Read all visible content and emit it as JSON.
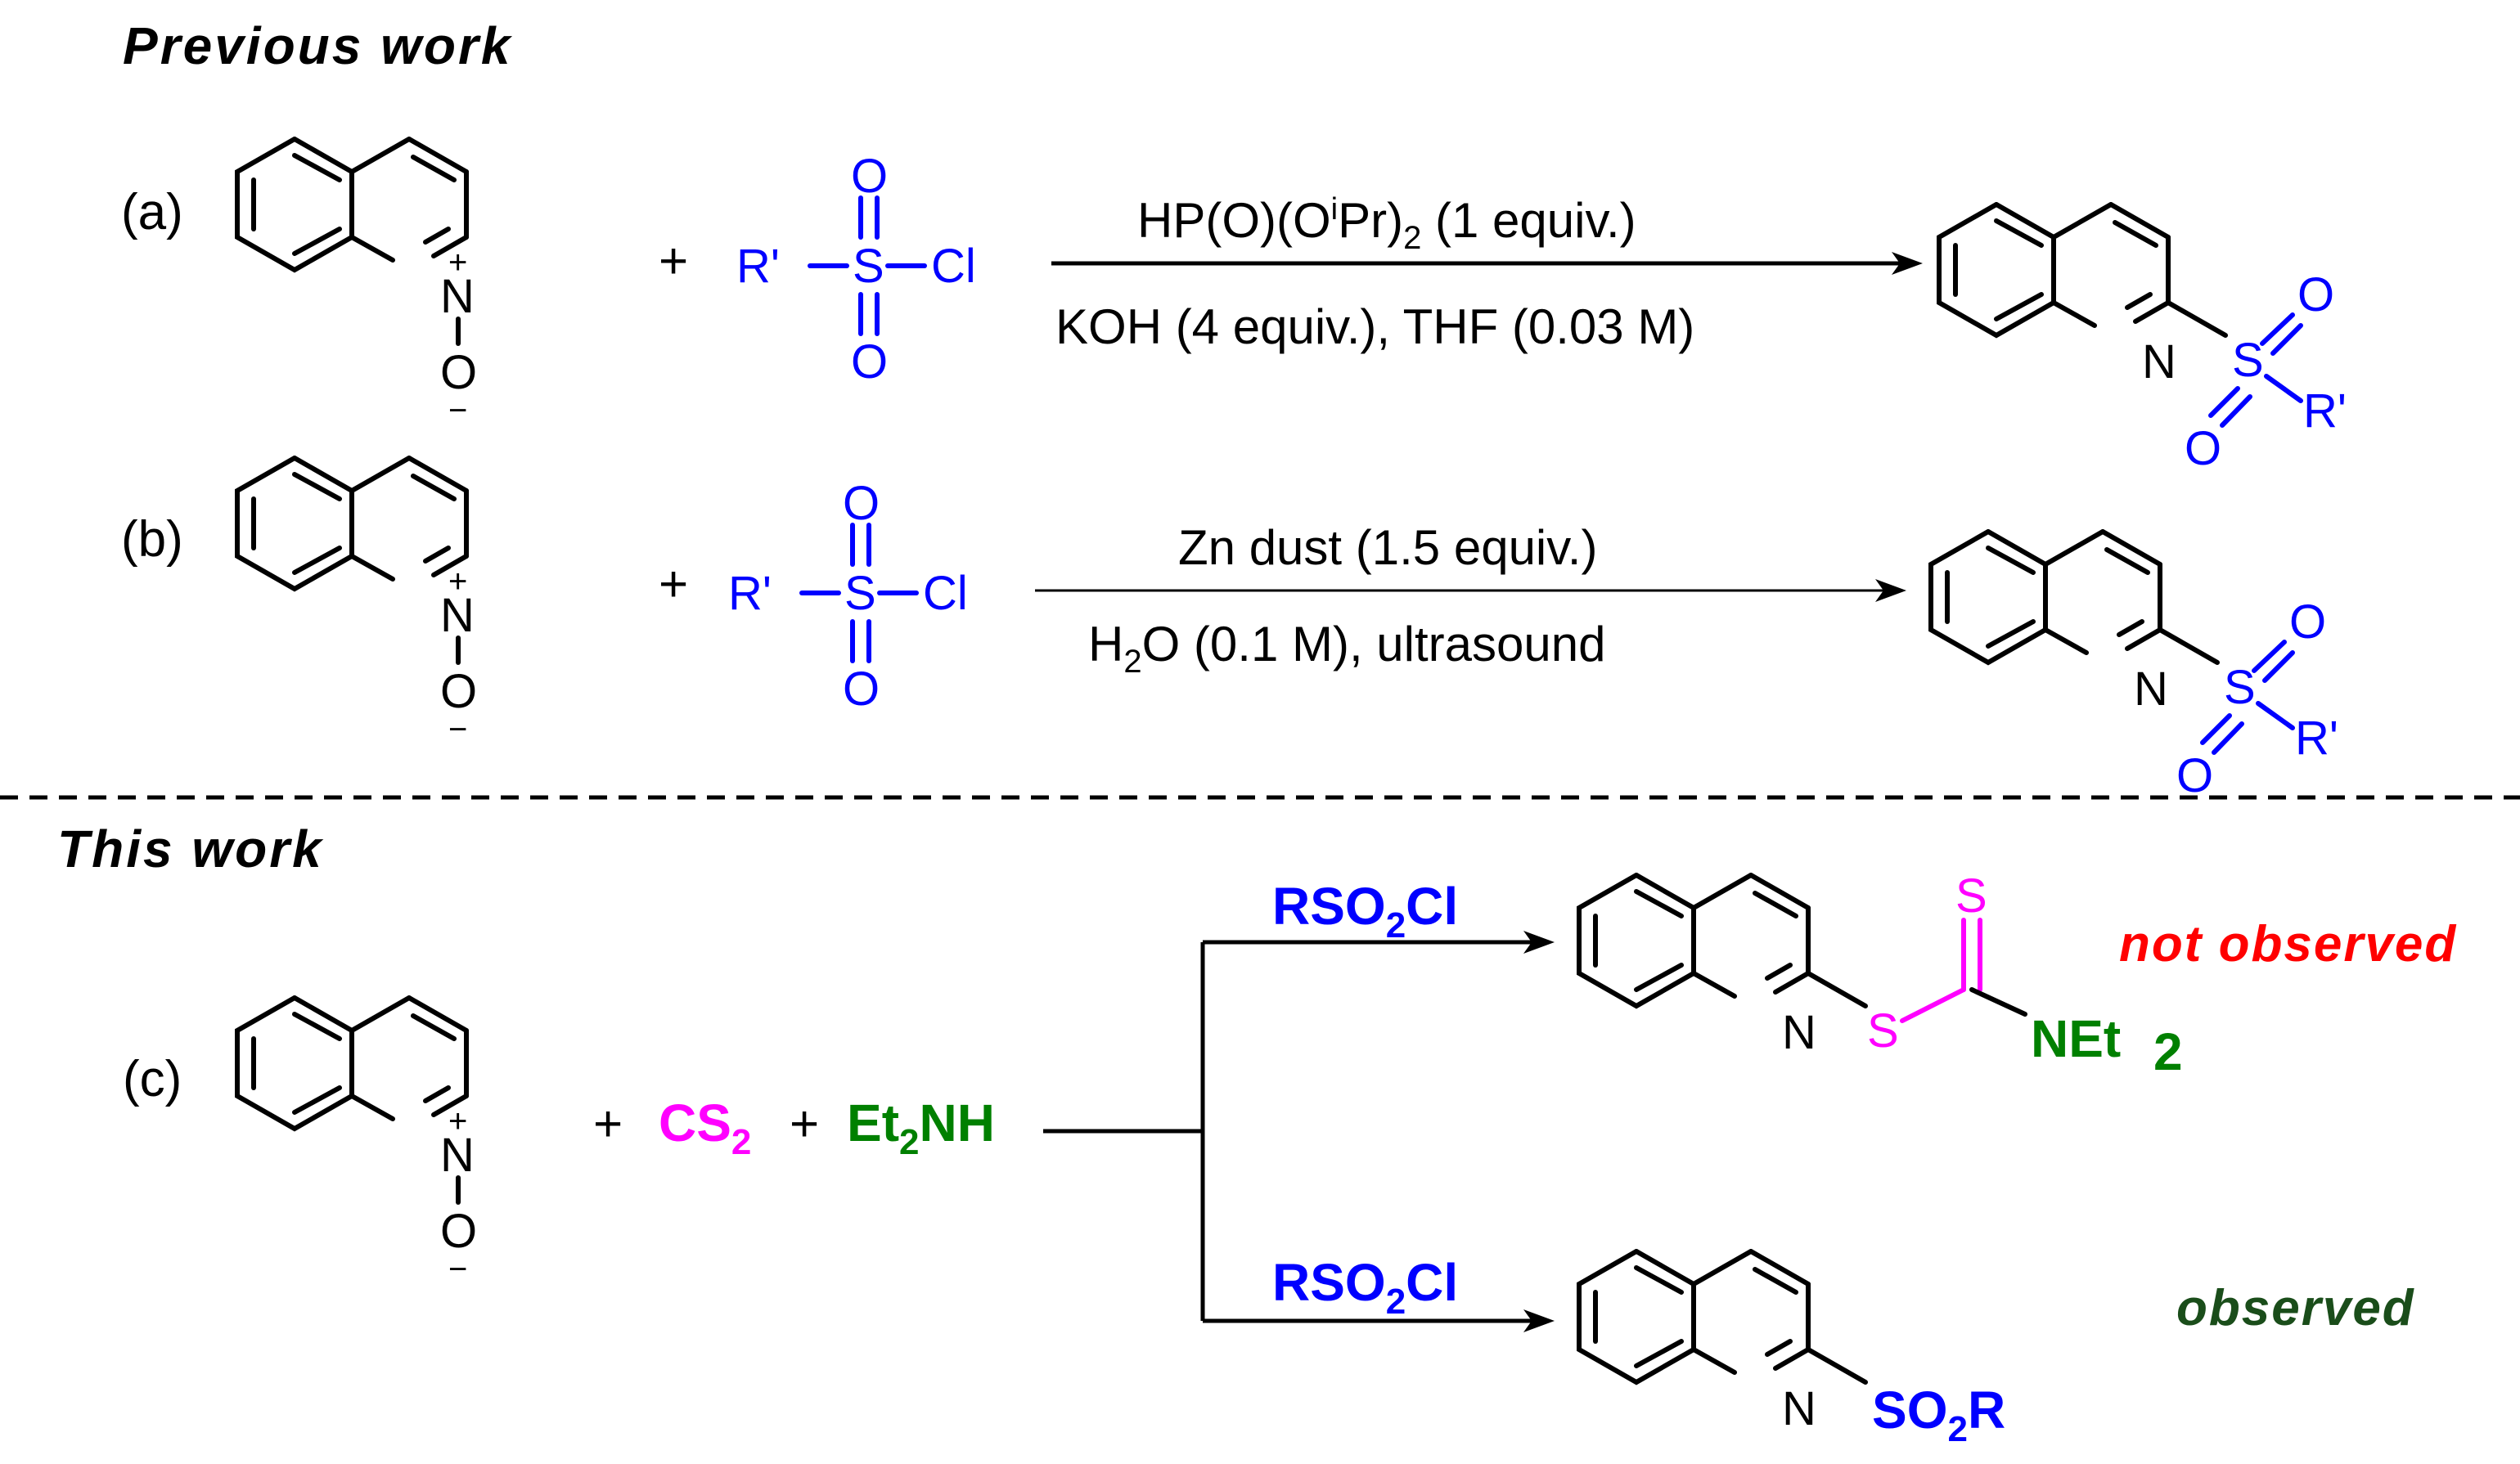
{
  "sections": {
    "previous": "Previous work",
    "this": "This work"
  },
  "labels": {
    "a": "(a)",
    "b": "(b)",
    "c": "(c)"
  },
  "reaction_a": {
    "plus": "+",
    "reagent_main": "HP(O)(O",
    "reagent_sup": "i",
    "reagent_mid": "Pr)",
    "reagent_sub": "2",
    "reagent_end": " (1 equiv.)",
    "below": "KOH (4 equiv.), THF (0.03 M)"
  },
  "reaction_b": {
    "plus": "+",
    "above": "Zn dust (1.5 equiv.)",
    "below_pre": "H",
    "below_sub": "2",
    "below_post": "O (0.1 M), ultrasound"
  },
  "reaction_c": {
    "plus1": "+",
    "cs2": "CS",
    "cs2_sub": "2",
    "plus2": "+",
    "amine_pre": "Et",
    "amine_sub": "2",
    "amine_post": "NH",
    "reagent_top_pre": "RSO",
    "reagent_top_sub": "2",
    "reagent_top_post": "Cl",
    "reagent_bot_pre": "RSO",
    "reagent_bot_sub": "2",
    "reagent_bot_post": "Cl",
    "not_observed": "not observed",
    "observed": "observed"
  },
  "atoms": {
    "N": "N",
    "O": "O",
    "S": "S",
    "Cl": "Cl",
    "R_prime": "R'",
    "plus_charge": "+",
    "minus_charge": "−",
    "NEt_pre": "NEt",
    "NEt_sub": "2",
    "SO2R_pre": "SO",
    "SO2R_sub": "2",
    "SO2R_post": "R"
  },
  "colors": {
    "black": "#000000",
    "blue": "#0000ff",
    "magenta": "#ff00ff",
    "green": "#008000",
    "red": "#ff0000",
    "dark_green": "#1a4d1a"
  }
}
